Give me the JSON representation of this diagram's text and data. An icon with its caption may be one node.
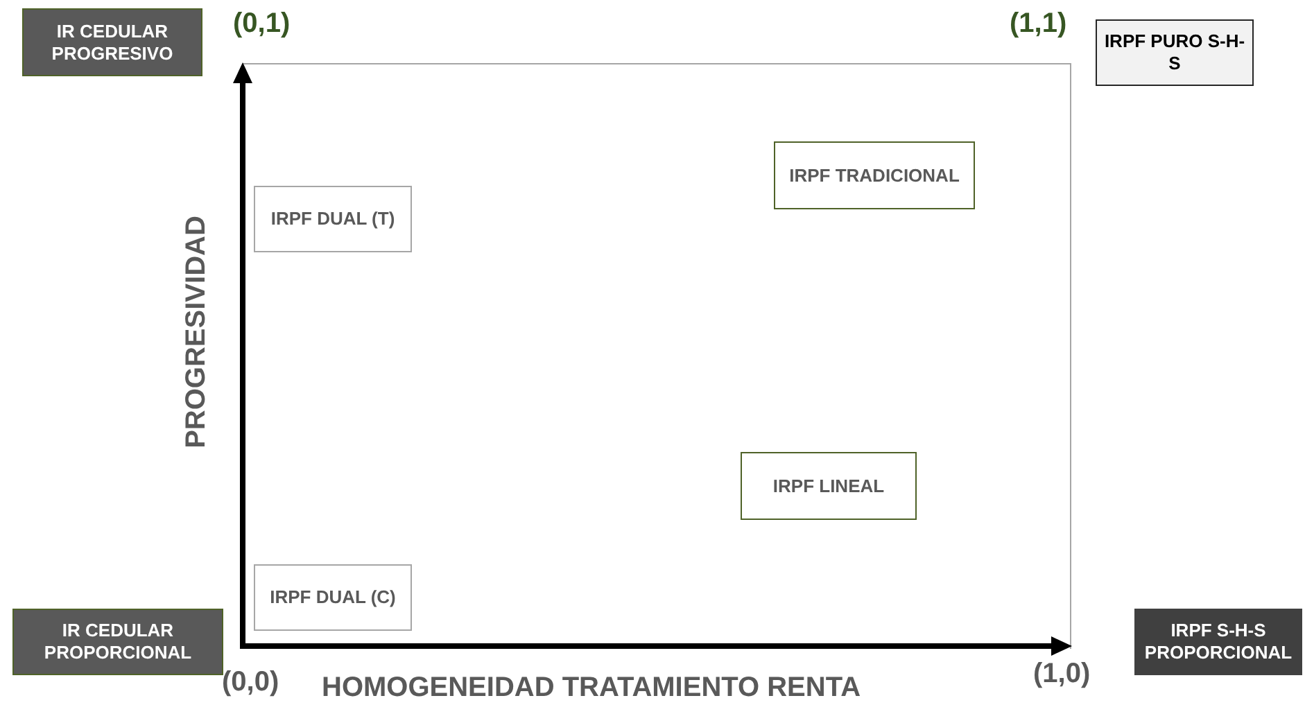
{
  "diagram": {
    "nodes": [
      {
        "text": [
          "IR CEDULAR PROGRESIVO"
        ]
      },
      {
        "text": [
          "IRPF PURO S-H-S"
        ]
      },
      {
        "text": [
          "IRPF TRADICIONAL"
        ]
      },
      {
        "text": [
          "IRPF DUAL (T)"
        ]
      },
      {
        "text": [
          "IRPF LINEAL"
        ]
      },
      {
        "text": [
          "IRPF DUAL (C)"
        ]
      },
      {
        "text": [
          "IR CEDULAR PROPORCIONAL"
        ]
      },
      {
        "text": [
          "IRPF S-H-S PROPORCIONAL"
        ]
      }
    ],
    "labels": [
      "(0,1)",
      "(1,1)",
      "PROGRESIVIDAD",
      "(0,0)",
      "HOMOGENEIDAD TRATAMIENTO RENTA",
      "(1,0)"
    ]
  }
}
